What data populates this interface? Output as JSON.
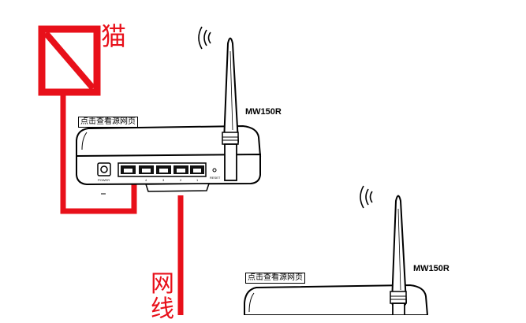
{
  "labels": {
    "modem": "猫",
    "network_cable": "网线"
  },
  "router_top": {
    "model": "MW150R",
    "source_tag": "点击查看源网页",
    "power_label": "POWER",
    "reset_label": "RESET",
    "port_numbers": [
      "4",
      "3",
      "2",
      "1"
    ]
  },
  "router_bottom": {
    "model": "MW150R",
    "source_tag": "点击查看源网页"
  },
  "colors": {
    "cable": "#e8101a",
    "outline": "#000000",
    "background": "#ffffff"
  }
}
